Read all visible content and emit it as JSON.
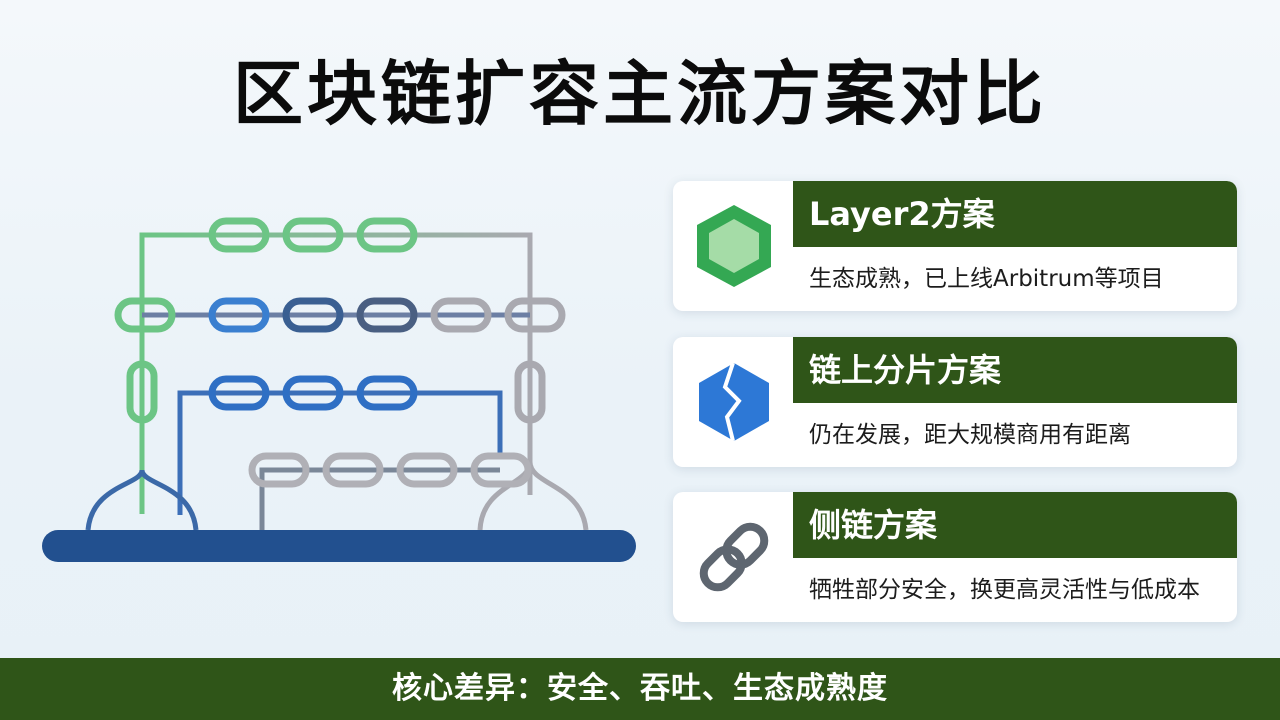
{
  "title": "区块链扩容主流方案对比",
  "solutions": [
    {
      "name": "Layer2方案",
      "description": "生态成熟，已上线Arbitrum等项目",
      "icon": "green-hexagon-icon"
    },
    {
      "name": "链上分片方案",
      "description": "仍在发展，距大规模商用有距离",
      "icon": "split-hexagon-icon"
    },
    {
      "name": "侧链方案",
      "description": "牺牲部分安全，换更高灵活性与低成本",
      "icon": "chain-link-icon"
    }
  ],
  "footer": "核心差异：安全、吞吐、生态成熟度",
  "colors": {
    "header_green": "#2f5518",
    "chain_green": "#6cc585",
    "chain_blue": "#2f6fc4",
    "chain_navy": "#2f4f7f",
    "chain_gray": "#a9a9b0",
    "base_bar": "#22508f"
  }
}
